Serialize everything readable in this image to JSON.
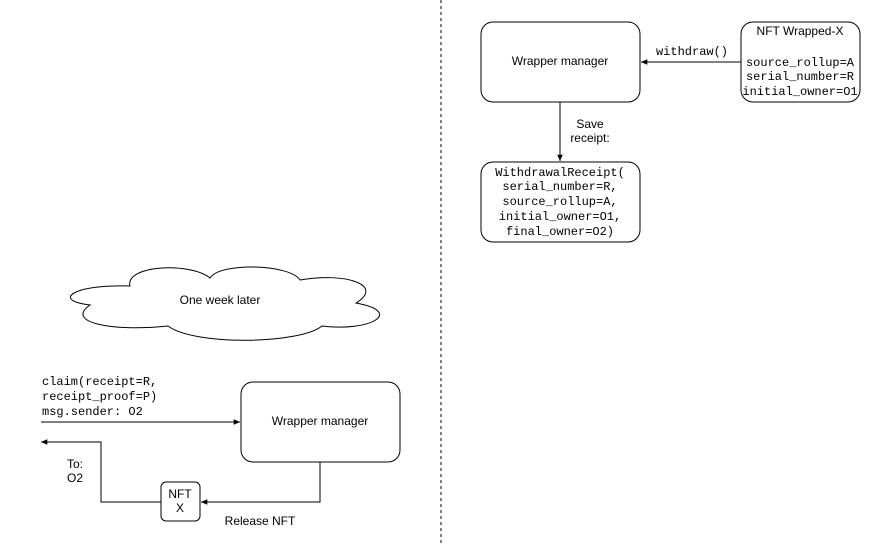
{
  "top": {
    "wrapper_manager": "Wrapper manager",
    "nft_box": {
      "title": "NFT Wrapped-X",
      "lines": [
        "source_rollup=A",
        "serial_number=R",
        "initial_owner=O1"
      ]
    },
    "withdraw_label": "withdraw()",
    "save_label_lines": [
      "Save",
      "receipt:"
    ],
    "receipt_lines": [
      "WithdrawalReceipt(",
      "serial_number=R,",
      "source_rollup=A,",
      "initial_owner=O1,",
      "final_owner=O2)"
    ]
  },
  "bottom": {
    "cloud_label": "One week later",
    "claim_lines": [
      "claim(receipt=R,",
      "receipt_proof=P)",
      "msg.sender: O2"
    ],
    "wrapper_manager": "Wrapper manager",
    "nft_lines": [
      "NFT",
      "X"
    ],
    "release_label": "Release NFT",
    "to_lines": [
      "To:",
      "O2"
    ]
  }
}
